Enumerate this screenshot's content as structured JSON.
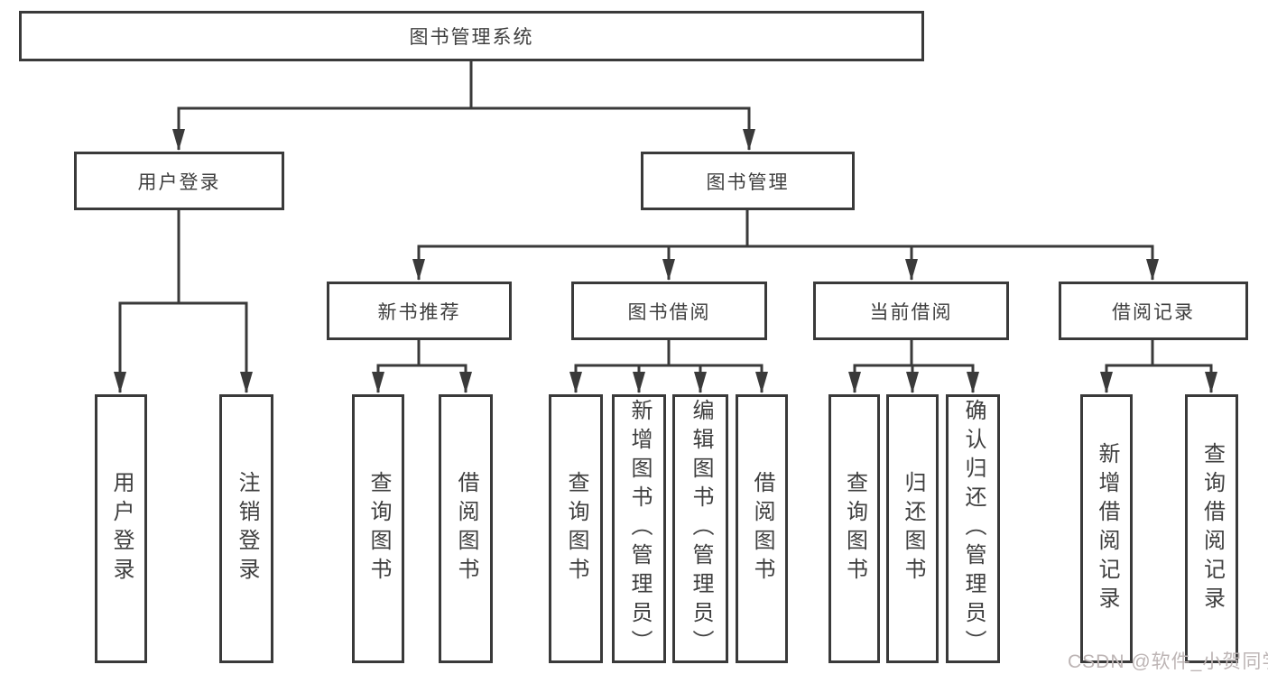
{
  "title": "图书管理系统",
  "watermark": "CSDN @软件_小贺同学",
  "colors": {
    "line": "#3a3a3a",
    "border": "#3a3a3a",
    "text": "#3f3f3f",
    "background": "#ffffff",
    "watermark": "#bdb5b5"
  },
  "nodes": {
    "root": {
      "label": "图书管理系统"
    },
    "user_login": {
      "label": "用户登录"
    },
    "book_mgmt": {
      "label": "图书管理"
    },
    "new_book_rec": {
      "label": "新书推荐"
    },
    "book_borrow": {
      "label": "图书借阅"
    },
    "current_borrow": {
      "label": "当前借阅"
    },
    "borrow_records": {
      "label": "借阅记录"
    },
    "leaf_user_login": {
      "label": "用户登录"
    },
    "leaf_logout": {
      "label": "注销登录"
    },
    "leaf_query_books_rec": {
      "label": "查询图书"
    },
    "leaf_borrow_books_rec": {
      "label": "借阅图书"
    },
    "leaf_query_books_borrow": {
      "label": "查询图书"
    },
    "leaf_add_books": {
      "label": "新增图书（管理员）"
    },
    "leaf_edit_books": {
      "label": "编辑图书（管理员）"
    },
    "leaf_borrow_books_borrow": {
      "label": "借阅图书"
    },
    "leaf_query_books_current": {
      "label": "查询图书"
    },
    "leaf_return_books": {
      "label": "归还图书"
    },
    "leaf_confirm_return": {
      "label": "确认归还（管理员）"
    },
    "leaf_add_borrow_record": {
      "label": "新增借阅记录"
    },
    "leaf_query_borrow_record": {
      "label": "查询借阅记录"
    }
  },
  "hierarchy": {
    "root": "图书管理系统",
    "children": [
      {
        "label": "用户登录",
        "children": [
          "用户登录",
          "注销登录"
        ]
      },
      {
        "label": "图书管理",
        "children": [
          {
            "label": "新书推荐",
            "children": [
              "查询图书",
              "借阅图书"
            ]
          },
          {
            "label": "图书借阅",
            "children": [
              "查询图书",
              "新增图书（管理员）",
              "编辑图书（管理员）",
              "借阅图书"
            ]
          },
          {
            "label": "当前借阅",
            "children": [
              "查询图书",
              "归还图书",
              "确认归还（管理员）"
            ]
          },
          {
            "label": "借阅记录",
            "children": [
              "新增借阅记录",
              "查询借阅记录"
            ]
          }
        ]
      }
    ]
  }
}
